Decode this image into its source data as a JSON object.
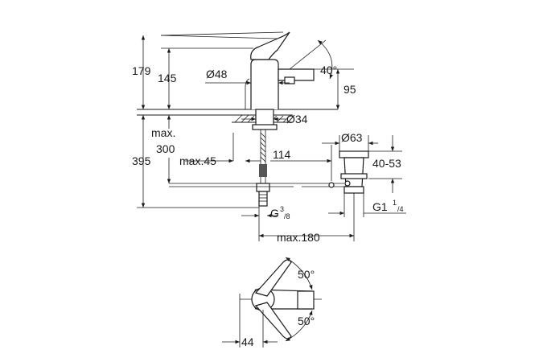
{
  "dimensions": {
    "height_179": "179",
    "height_145": "145",
    "diameter_48": "Ø48",
    "angle_40": "40°",
    "height_95": "95",
    "diameter_34": "Ø34",
    "max_label": "max.",
    "max_300": "300",
    "max_45": "max.45",
    "height_395": "395",
    "dist_114": "114",
    "diameter_63": "Ø63",
    "range_40_53": "40-53",
    "thread_g1_main": "G1",
    "thread_g1_sup": "1",
    "thread_g1_sub": "/4",
    "thread_g38_main": "G",
    "thread_g38_sup": "3",
    "thread_g38_sub": "/8",
    "max_180": "max.180",
    "angle_50_top": "50°",
    "angle_50_bottom": "50°",
    "dist_44": "44"
  }
}
